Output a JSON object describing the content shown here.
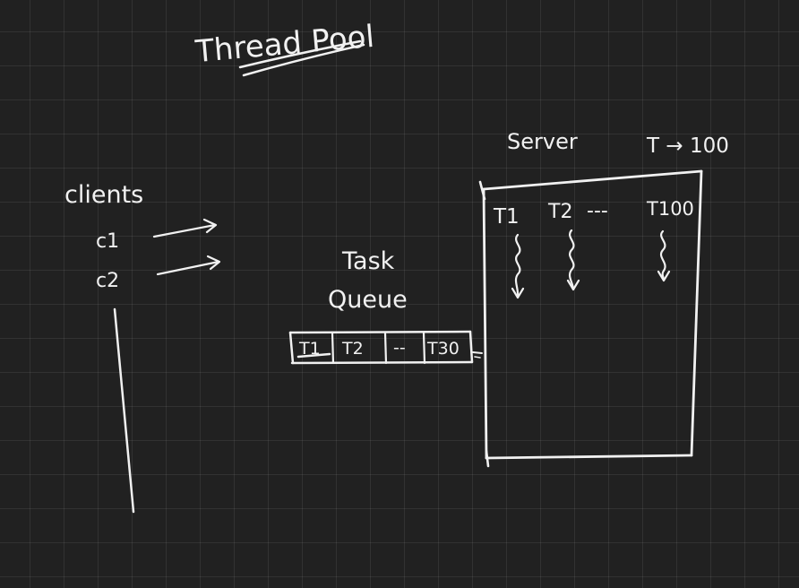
{
  "title": "Thread Pool",
  "clients": {
    "label": "clients",
    "items": [
      "c1",
      "c2"
    ]
  },
  "task_queue": {
    "label_line1": "Task",
    "label_line2": "Queue",
    "cells": [
      "T1",
      "T2",
      "--",
      "T30"
    ]
  },
  "server": {
    "label": "Server",
    "capacity_note": "T → 100",
    "threads": [
      "T1",
      "T2",
      "---",
      "T100"
    ]
  },
  "colors": {
    "board": "#212121",
    "chalk": "#f1f1f1"
  }
}
